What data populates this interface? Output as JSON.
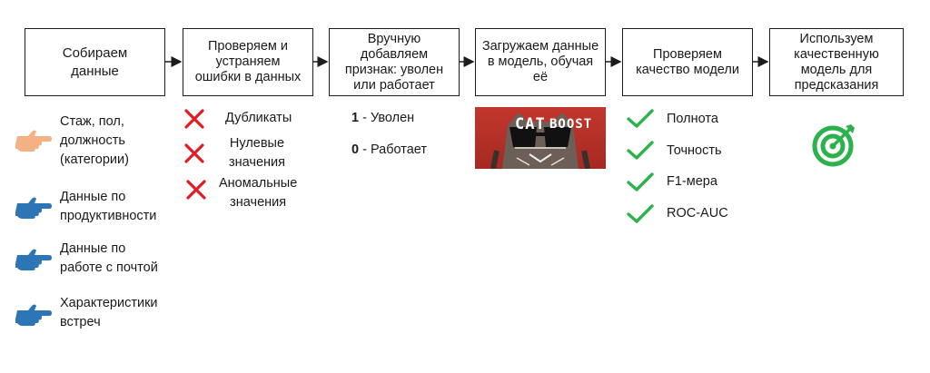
{
  "steps": [
    {
      "label": "Собираем\nданные"
    },
    {
      "label": "Проверяем и\nустраняем\nошибки в данных"
    },
    {
      "label": "Вручную добавляем\nпризнак: уволен\nили работает"
    },
    {
      "label": "Загружаем данные\nв модель, обучая\nеё"
    },
    {
      "label": "Проверяем\nкачество модели"
    },
    {
      "label": "Используем\nкачественную\nмодель для\nпредсказания"
    }
  ],
  "data_sources": [
    {
      "label": "Стаж, пол,\nдолжность\n(категории)",
      "icon": "hand-pointing-icon",
      "color": "#f4b183"
    },
    {
      "label": "Данные по\nпродуктивности",
      "icon": "hand-pointing-icon",
      "color": "#2e75b6"
    },
    {
      "label": "Данные по\nработе с почтой",
      "icon": "hand-pointing-icon",
      "color": "#2e75b6"
    },
    {
      "label": "Характеристики\nвстреч",
      "icon": "hand-pointing-icon",
      "color": "#2e75b6"
    }
  ],
  "data_errors": [
    {
      "label": "Дубликаты",
      "icon": "cross-icon"
    },
    {
      "label": "Нулевые\nзначения",
      "icon": "cross-icon"
    },
    {
      "label": "Аномальные\nзначения",
      "icon": "cross-icon"
    }
  ],
  "target_labels": [
    {
      "code": "1",
      "label": " - Уволен"
    },
    {
      "code": "0",
      "label": " - Работает"
    }
  ],
  "model_logo": {
    "left": "CAT",
    "right": "BOOST",
    "icon": "catboost-cat-logo"
  },
  "metrics": [
    {
      "label": "Полнота",
      "icon": "check-icon"
    },
    {
      "label": "Точность",
      "icon": "check-icon"
    },
    {
      "label": "F1-мера",
      "icon": "check-icon"
    },
    {
      "label": "ROC-AUC",
      "icon": "check-icon"
    }
  ],
  "goal_icon": {
    "icon": "target-icon",
    "color": "#2bb24c"
  },
  "colors": {
    "cross": "#e31b23",
    "check": "#2bb24c",
    "border": "#1c1c1c"
  }
}
